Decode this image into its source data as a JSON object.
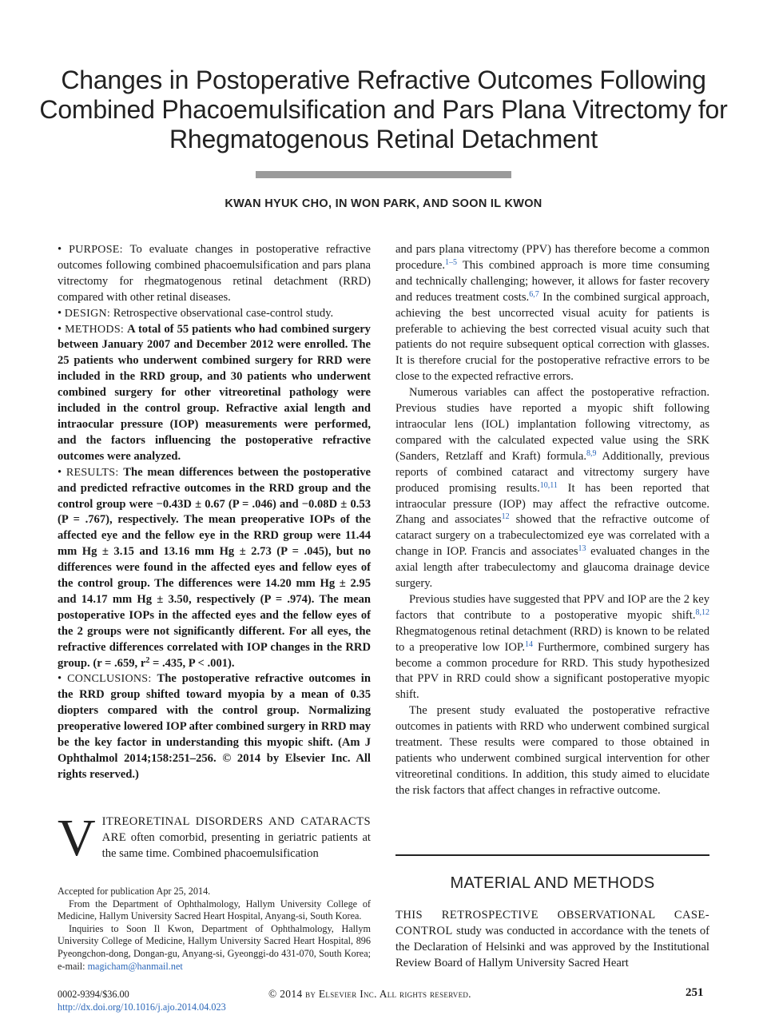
{
  "title": "Changes in Postoperative Refractive Outcomes Following Combined Phacoemulsification and Pars Plana Vitrectomy for Rhegmatogenous Retinal Detachment",
  "authors": "KWAN HYUK CHO, IN WON PARK, AND SOON IL KWON",
  "abstract": {
    "purpose_label": "PURPOSE:",
    "purpose_text": "To evaluate changes in postoperative refractive outcomes following combined phacoemulsification and pars plana vitrectomy for rhegmatogenous retinal detachment (RRD) compared with other retinal diseases.",
    "design_label": "DESIGN:",
    "design_text": "Retrospective observational case-control study.",
    "methods_label": "METHODS:",
    "methods_text": "A total of 55 patients who had combined surgery between January 2007 and December 2012 were enrolled. The 25 patients who underwent combined surgery for RRD were included in the RRD group, and 30 patients who underwent combined surgery for other vitreoretinal pathology were included in the control group. Refractive axial length and intraocular pressure (IOP) measurements were performed, and the factors influencing the postoperative refractive outcomes were analyzed.",
    "results_label": "RESULTS:",
    "results_text_1": "The mean differences between the postoperative and predicted refractive outcomes in the RRD group and the control group were −0.43D ± 0.67 (P = .046) and −0.08D ± 0.53 (P = .767), respectively. The mean preoperative IOPs of the affected eye and the fellow eye in the RRD group were 11.44 mm Hg ± 3.15 and 13.16 mm Hg ± 2.73 (P = .045), but no differences were found in the affected eyes and fellow eyes of the control group. The differences were 14.20 mm Hg ± 2.95 and 14.17 mm Hg ± 3.50, respectively (P = .974). The mean postoperative IOPs in the affected eyes and the fellow eyes of the 2 groups were not significantly different. For all eyes, the refractive differences correlated with IOP changes in the RRD group. (r = .659, r",
    "results_sup": "2",
    "results_text_2": " = .435, P < .001).",
    "conclusions_label": "CONCLUSIONS:",
    "conclusions_text": "The postoperative refractive outcomes in the RRD group shifted toward myopia by a mean of 0.35 diopters compared with the control group. Normalizing preoperative lowered IOP after combined surgery in RRD may be the key factor in understanding this myopic shift. (Am J Ophthalmol 2014;158:251–256. © 2014 by Elsevier Inc. All rights reserved.)"
  },
  "intro": {
    "dropcap": "V",
    "smallcaps": "ITREORETINAL DISORDERS AND CATARACTS ARE",
    "text": " often comorbid, presenting in geriatric patients at the same time. Combined phacoemulsification"
  },
  "notes": {
    "accepted": "Accepted for publication Apr 25, 2014.",
    "from": "From the Department of Ophthalmology, Hallym University College of Medicine, Hallym University Sacred Heart Hospital, Anyang-si, South Korea.",
    "inquiries": "Inquiries to Soon Il Kwon, Department of Ophthalmology, Hallym University College of Medicine, Hallym University Sacred Heart Hospital, 896 Pyeongchon-dong, Dongan-gu, Anyang-si, Gyeonggi-do 431-070, South Korea; e-mail: ",
    "email": "magicham@hanmail.net"
  },
  "right": {
    "p1_a": "and pars plana vitrectomy (PPV) has therefore become a common procedure.",
    "p1_c1": "1–5",
    "p1_b": " This combined approach is more time consuming and technically challenging; however, it allows for faster recovery and reduces treatment costs.",
    "p1_c2": "6,7",
    "p1_c": " In the combined surgical approach, achieving the best uncorrected visual acuity for patients is preferable to achieving the best corrected visual acuity such that patients do not require subsequent optical correction with glasses. It is therefore crucial for the postoperative refractive errors to be close to the expected refractive errors.",
    "p2_a": "Numerous variables can affect the postoperative refraction. Previous studies have reported a myopic shift following intraocular lens (IOL) implantation following vitrectomy, as compared with the calculated expected value using the SRK (Sanders, Retzlaff and Kraft) formula.",
    "p2_c1": "8,9",
    "p2_b": " Additionally, previous reports of combined cataract and vitrectomy surgery have produced promising results.",
    "p2_c2": "10,11",
    "p2_c": " It has been reported that intraocular pressure (IOP) may affect the refractive outcome. Zhang and associates",
    "p2_c3": "12",
    "p2_d": " showed that the refractive outcome of cataract surgery on a trabeculectomized eye was correlated with a change in IOP. Francis and associates",
    "p2_c4": "13",
    "p2_e": " evaluated changes in the axial length after trabeculectomy and glaucoma drainage device surgery.",
    "p3_a": "Previous studies have suggested that PPV and IOP are the 2 key factors that contribute to a postoperative myopic shift.",
    "p3_c1": "8,12",
    "p3_b": " Rhegmatogenous retinal detachment (RRD) is known to be related to a preoperative low IOP.",
    "p3_c2": "14",
    "p3_c": " Furthermore, combined surgery has become a common procedure for RRD. This study hypothesized that PPV in RRD could show a significant postoperative myopic shift.",
    "p4": "The present study evaluated the postoperative refractive outcomes in patients with RRD who underwent combined surgical treatment. These results were compared to those obtained in patients who underwent combined surgical intervention for other vitreoretinal conditions. In addition, this study aimed to elucidate the risk factors that affect changes in refractive outcome."
  },
  "section_heading": "MATERIAL AND METHODS",
  "methods_body": {
    "smallcaps": "THIS RETROSPECTIVE OBSERVATIONAL CASE-CONTROL",
    "text": " study was conducted in accordance with the tenets of the Declaration of Helsinki and was approved by the Institutional Review Board of Hallym University Sacred Heart"
  },
  "footer": {
    "issn": "0002-9394/$36.00",
    "doi": "http://dx.doi.org/10.1016/j.ajo.2014.04.023",
    "copyright": "© 2014 by Elsevier Inc. All rights reserved.",
    "page": "251"
  },
  "colors": {
    "link": "#2a66b8",
    "rule_gray": "#9b9b9b"
  }
}
